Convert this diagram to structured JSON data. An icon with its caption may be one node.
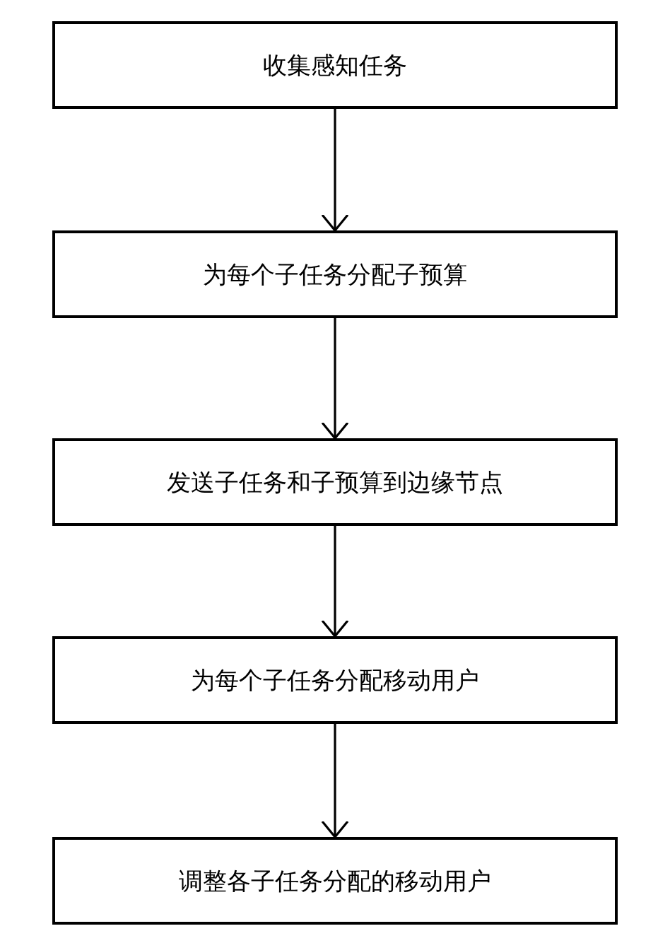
{
  "diagram": {
    "nodes": [
      {
        "text": [
          "收集感知任务"
        ]
      },
      {
        "text": [
          "为每个子任务分配子预算"
        ]
      },
      {
        "text": [
          "发送子任务和子预算到边缘节点"
        ]
      },
      {
        "text": [
          "为每个子任务分配移动用户"
        ]
      },
      {
        "text": [
          "调整各子任务分配的移动用户"
        ]
      }
    ],
    "edges": [
      {
        "from": 0,
        "to": 1,
        "arrow": "to"
      },
      {
        "from": 1,
        "to": 2,
        "arrow": "to"
      },
      {
        "from": 2,
        "to": 3,
        "arrow": "to"
      },
      {
        "from": 3,
        "to": 4,
        "arrow": "to"
      }
    ]
  }
}
